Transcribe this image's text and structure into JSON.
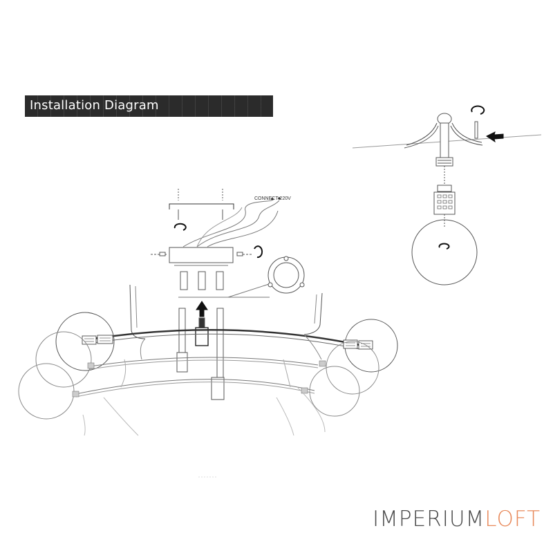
{
  "title": "Installation Diagram",
  "connect_label": "CONNECT 220V",
  "brand": {
    "part1": "IMPERIUM",
    "part2": "LOFT",
    "color1": "#4a4a4a",
    "color2": "#e8895a"
  },
  "colors": {
    "title_bg": "#2b2b2b",
    "line": "#555555"
  }
}
